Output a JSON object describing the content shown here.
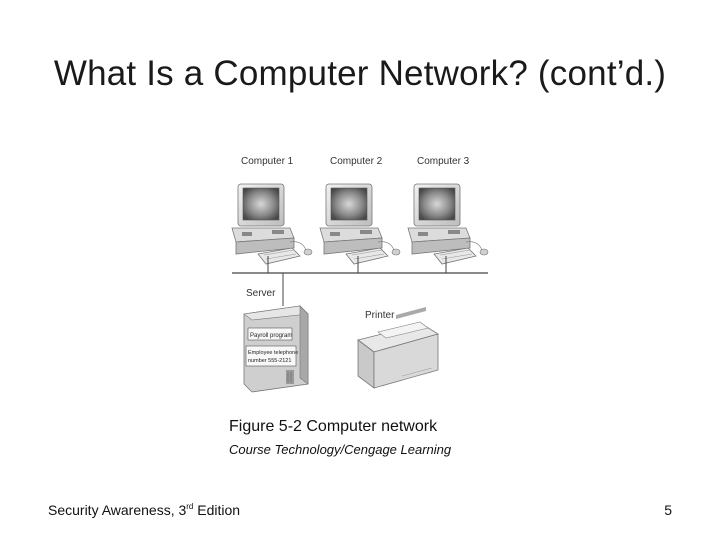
{
  "slide": {
    "title": "What Is a Computer Network? (cont’d.)",
    "caption": "Figure 5-2 Computer network",
    "credit": "Course Technology/Cengage Learning",
    "footer": {
      "book_title_prefix": "Security Awareness, 3",
      "book_title_sup": "rd",
      "book_title_suffix": " Edition",
      "page_number": "5"
    }
  },
  "figure": {
    "computers": [
      {
        "label": "Computer 1"
      },
      {
        "label": "Computer 2"
      },
      {
        "label": "Computer 3"
      }
    ],
    "server_label": "Server",
    "printer_label": "Printer",
    "server_card_1": "Payroll program",
    "server_card_2_line1": "Employee telephone",
    "server_card_2_line2": "number 555-2121"
  }
}
